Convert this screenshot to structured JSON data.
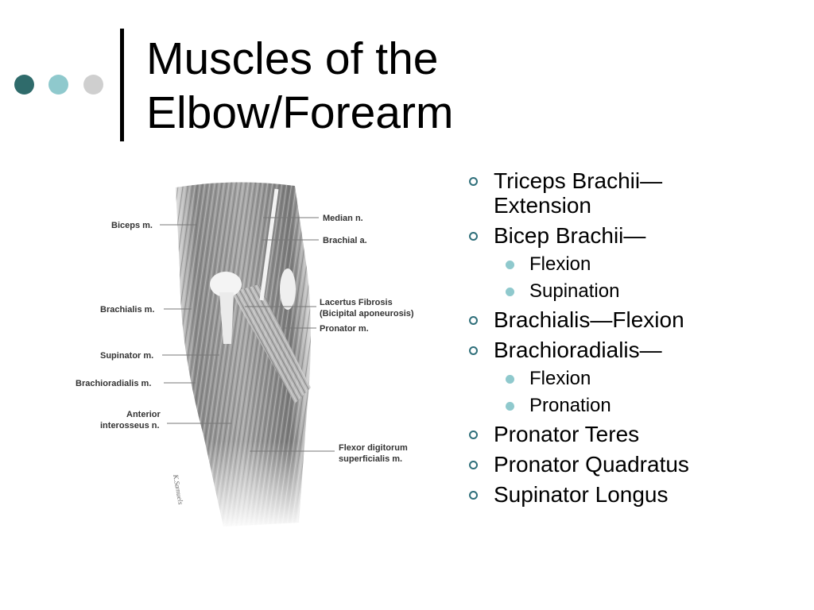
{
  "slide": {
    "title_lines": [
      "Muscles of the",
      "Elbow/Forearm"
    ],
    "colors": {
      "dot_dark": "#2f6b6b",
      "dot_mid": "#8fc9cd",
      "dot_light": "#cfcfcf",
      "bullet_marker": "#2f6f7a",
      "sub_bullet_marker": "#8fc9cd"
    }
  },
  "figure": {
    "labels_left": [
      "Biceps m.",
      "Brachialis m.",
      "Supinator m.",
      "Brachioradialis m.",
      "Anterior",
      "interosseus n."
    ],
    "labels_right": [
      "Median n.",
      "Brachial a.",
      "Lacertus Fibrosis",
      "(Bicipital aponeurosis)",
      "Pronator m.",
      "Flexor digitorum",
      "superficialis m."
    ]
  },
  "bullets": [
    {
      "label": "Triceps Brachii—",
      "label2": "Extension"
    },
    {
      "label": "Bicep Brachii—",
      "sub": [
        "Flexion",
        "Supination"
      ]
    },
    {
      "label": "Brachialis—Flexion"
    },
    {
      "label": "Brachioradialis—",
      "sub": [
        "Flexion",
        "Pronation"
      ]
    },
    {
      "label": "Pronator Teres"
    },
    {
      "label": "Pronator Quadratus"
    },
    {
      "label": "Supinator Longus"
    }
  ]
}
